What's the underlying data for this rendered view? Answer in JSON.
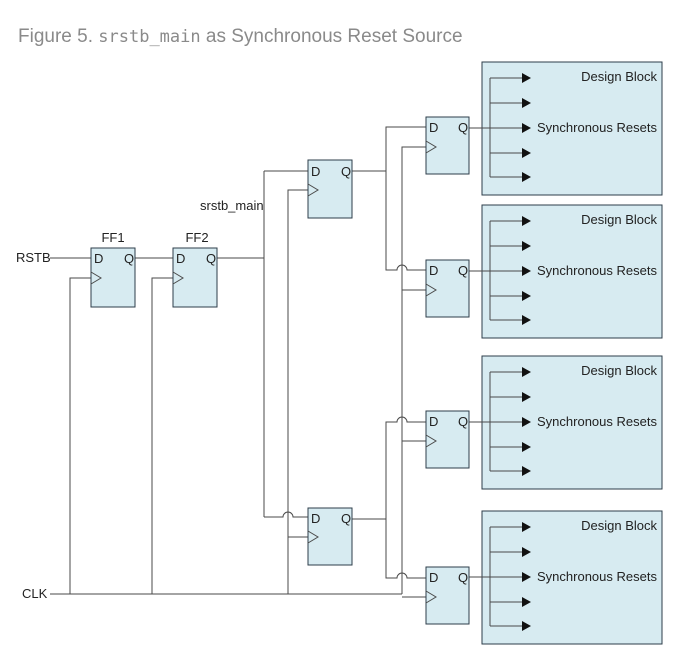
{
  "figure": {
    "number": "Figure 5.",
    "signal_name": "srstb_main",
    "title_rest": "as Synchronous Reset Source"
  },
  "inputs": {
    "reset": "RSTB",
    "clock": "CLK"
  },
  "signals": {
    "main_reset": "srstb_main"
  },
  "flip_flops": {
    "ff1": "FF1",
    "ff2": "FF2",
    "pin_d": "D",
    "pin_q": "Q"
  },
  "design_blocks": [
    {
      "title": "Design Block",
      "output_label": "Synchronous Resets"
    },
    {
      "title": "Design Block",
      "output_label": "Synchronous Resets"
    },
    {
      "title": "Design Block",
      "output_label": "Synchronous Resets"
    },
    {
      "title": "Design Block",
      "output_label": "Synchronous Resets"
    }
  ],
  "colors": {
    "block_fill": "#d7ebf1",
    "caption_text": "#8a8a8a",
    "wire": "#4a4a4a"
  }
}
